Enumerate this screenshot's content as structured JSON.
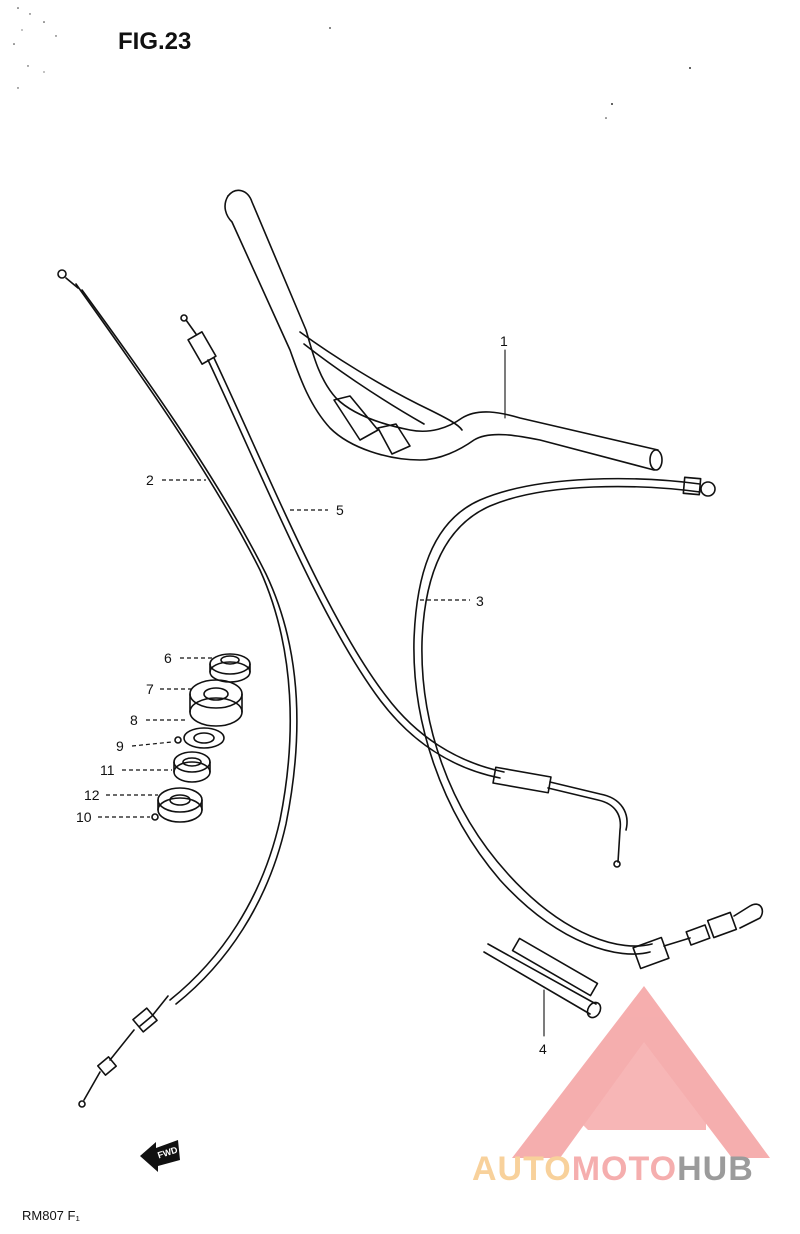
{
  "figure": {
    "title": "FIG.23",
    "footer_code": "RM807  F₁"
  },
  "callouts": [
    {
      "id": "1",
      "label": "1"
    },
    {
      "id": "2",
      "label": "2"
    },
    {
      "id": "3",
      "label": "3"
    },
    {
      "id": "4",
      "label": "4"
    },
    {
      "id": "5",
      "label": "5"
    },
    {
      "id": "6",
      "label": "6"
    },
    {
      "id": "7",
      "label": "7"
    },
    {
      "id": "8",
      "label": "8"
    },
    {
      "id": "9",
      "label": "9"
    },
    {
      "id": "10",
      "label": "10"
    },
    {
      "id": "11",
      "label": "11"
    },
    {
      "id": "12",
      "label": "12"
    }
  ],
  "direction_marker": {
    "label": "FWD",
    "icon": "arrow-left-icon"
  },
  "watermark": {
    "part1": "AUTO",
    "part2": "MOTO",
    "part3": "HUB",
    "colors": {
      "auto": "#f7c98a",
      "moto": "#f4a0a0",
      "hub": "#8a8a8a"
    }
  }
}
